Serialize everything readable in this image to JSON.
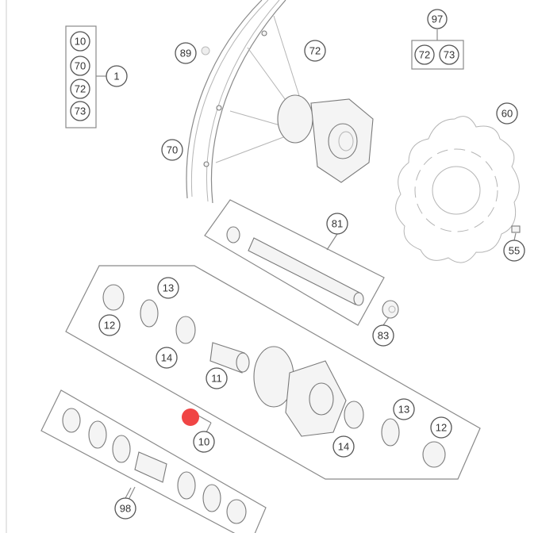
{
  "diagram": {
    "marker_color": "#f04545",
    "group_1": {
      "label": "1",
      "items": [
        "10",
        "70",
        "72",
        "73"
      ]
    },
    "group_97": {
      "label": "97",
      "items": [
        "72",
        "73"
      ]
    },
    "callouts": {
      "c89": "89",
      "c72": "72",
      "c70": "70",
      "c60": "60",
      "c81": "81",
      "c55": "55",
      "c83": "83",
      "c13a": "13",
      "c12a": "12",
      "c14a": "14",
      "c11": "11",
      "c10": "10",
      "c13b": "13",
      "c12b": "12",
      "c14b": "14",
      "c98": "98"
    }
  }
}
